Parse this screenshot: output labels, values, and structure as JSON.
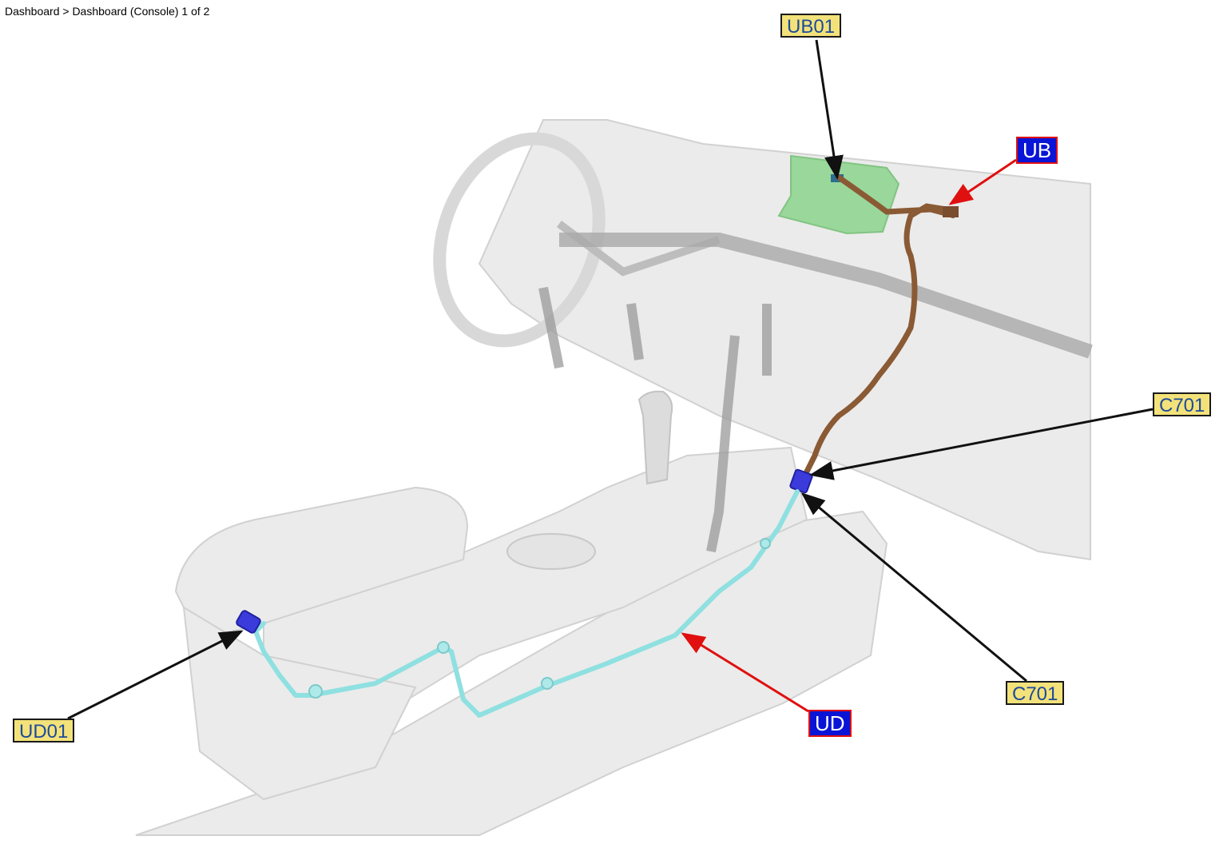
{
  "breadcrumb": "Dashboard > Dashboard (Console) 1 of 2",
  "callouts": {
    "ub01": "UB01",
    "ub": "UB",
    "c701_upper": "C701",
    "c701_lower": "C701",
    "ud": "UD",
    "ud01": "UD01"
  },
  "colors": {
    "connector_label_bg": "#f3e27a",
    "connector_label_text": "#1d4b9a",
    "harness_label_bg": "#0a14d6",
    "harness_label_border": "#e01010",
    "harness_ub": "#8a5a35",
    "harness_ud": "#8fe0e0",
    "connector_blue": "#3b3bdb",
    "module_green": "#7fd17f",
    "arrow_black": "#111111",
    "arrow_red": "#e01010"
  }
}
